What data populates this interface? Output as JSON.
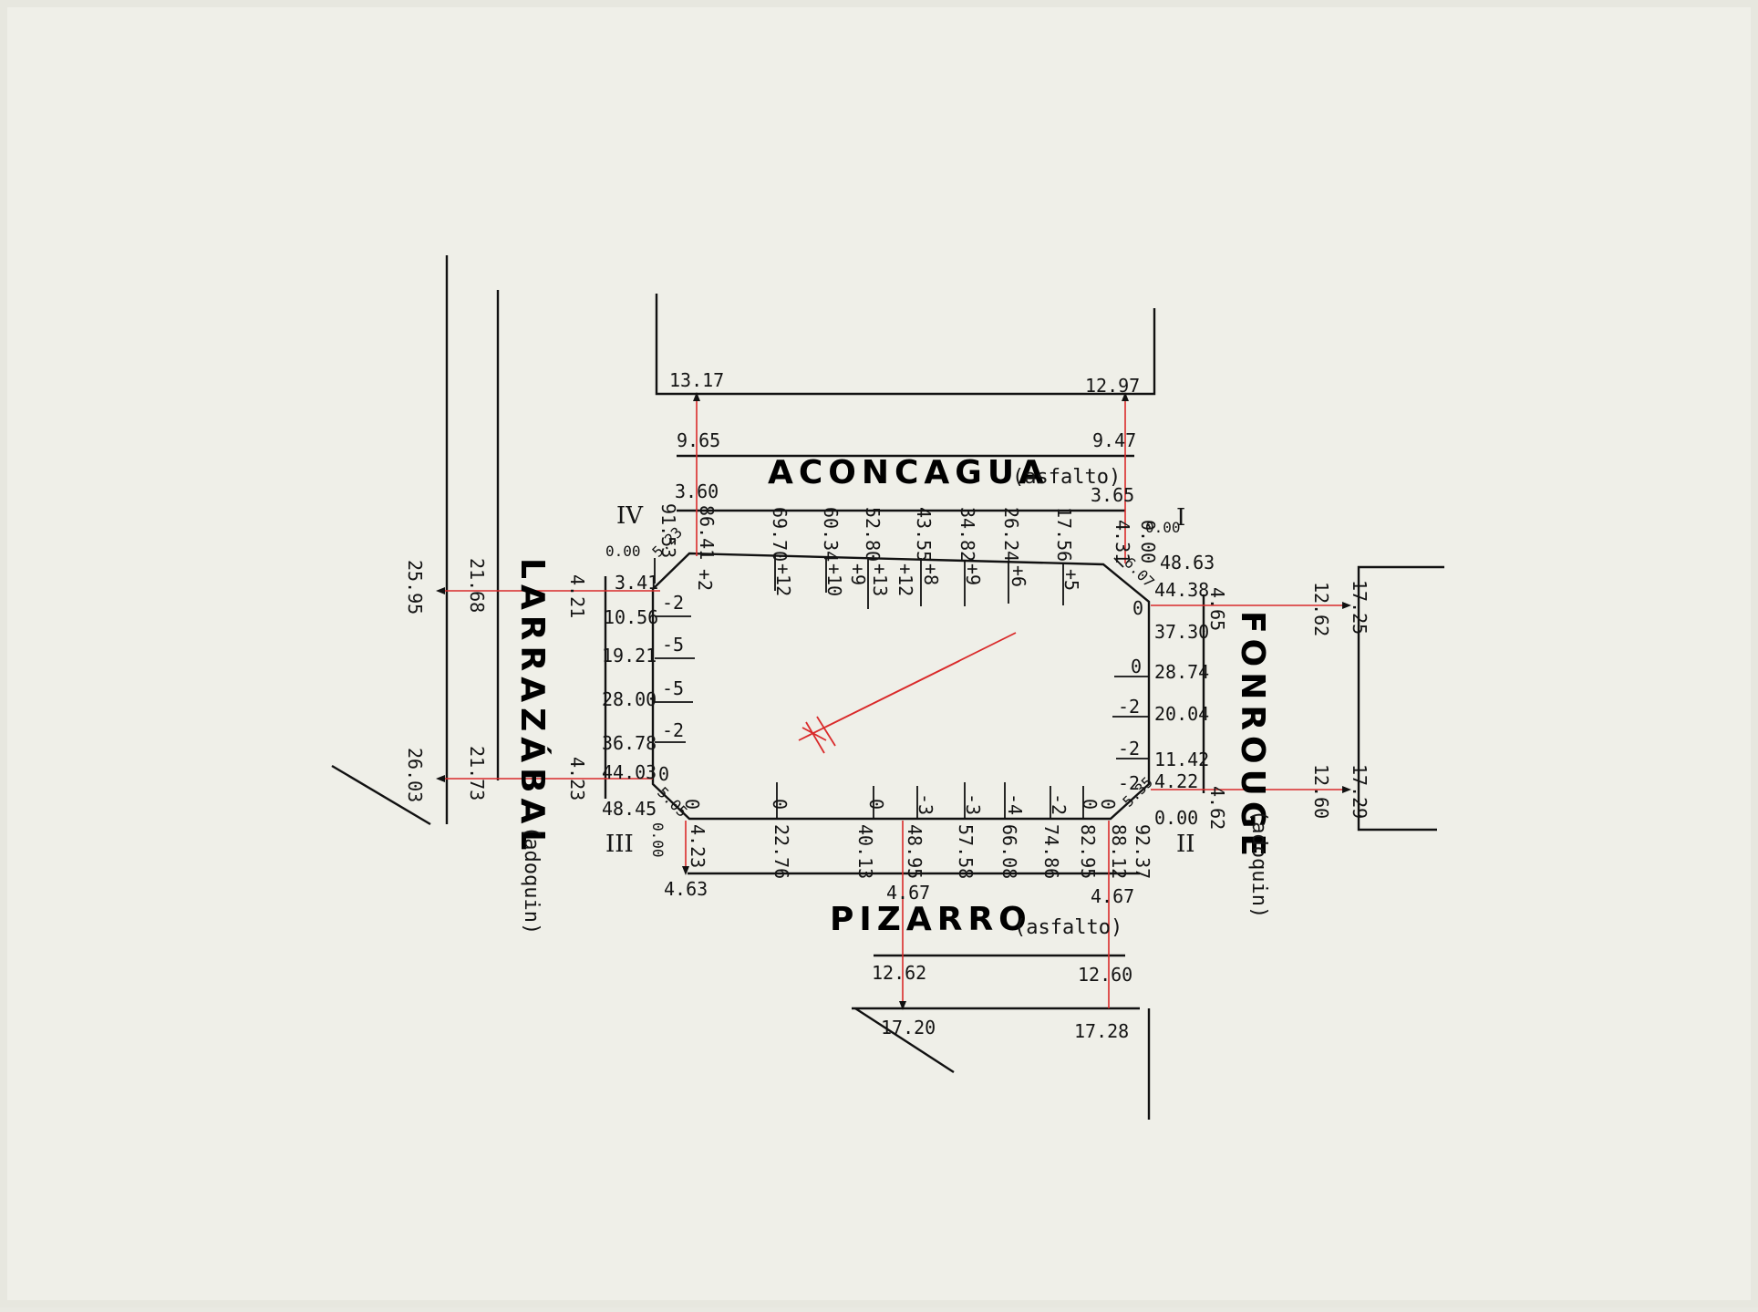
{
  "colors": {
    "paper": "#efefe8",
    "ink": "#111111",
    "red": "#d92a2a"
  },
  "streets": {
    "top": {
      "name": "ACONCAGUA",
      "surface": "(asfalto)"
    },
    "bottom": {
      "name": "PIZARRO",
      "surface": "(asfalto)"
    },
    "left": {
      "name": "LARRAZÁBAL",
      "surface": "(adoquin)"
    },
    "right": {
      "name": "FONROUGE",
      "surface": "(adoquin)"
    }
  },
  "corners": {
    "i": "I",
    "ii": "II",
    "iii": "III",
    "iv": "IV"
  },
  "top_outer": {
    "left": "13.17",
    "right": "12.97"
  },
  "top_mid": {
    "left": "9.65",
    "right": "9.47"
  },
  "top_inner": {
    "left": "3.60",
    "right": "3.65"
  },
  "top_chainage": [
    "91.53",
    "86.41",
    "69.70",
    "60.34",
    "52.80",
    "43.55",
    "34.82",
    "26.24",
    "17.56",
    "4.31",
    "0.00"
  ],
  "top_levels": [
    "+2",
    "+12",
    "+10",
    "+9",
    "+13",
    "+12",
    "+8",
    "+9",
    "+6",
    "+5"
  ],
  "left_outer": {
    "top": "25.95",
    "bottom": "26.03"
  },
  "left_mid": {
    "top": "21.68",
    "bottom": "21.73"
  },
  "left_inner": {
    "top": "4.21",
    "bottom": "4.23"
  },
  "left_chainage": [
    "0.00",
    "3.41",
    "10.56",
    "19.21",
    "28.00",
    "36.78",
    "44.03",
    "48.45"
  ],
  "left_levels": [
    "-2",
    "-5",
    "-5",
    "-2",
    "0"
  ],
  "right_chainage": [
    "0.00",
    "48.63",
    "44.38",
    "37.30",
    "28.74",
    "20.04",
    "11.42",
    "4.22",
    "0.00"
  ],
  "right_levels": [
    "0",
    "0",
    "-2",
    "-2",
    "-2"
  ],
  "right_inner": {
    "top": "4.65",
    "bottom": "4.62"
  },
  "right_mid": {
    "top": "12.62",
    "bottom": "12.60"
  },
  "right_outer": {
    "top": "17.25",
    "bottom": "17.29"
  },
  "bottom_chainage": [
    "0.00",
    "22.76",
    "40.13",
    "48.95",
    "57.58",
    "66.08",
    "74.86",
    "82.95",
    "88.12",
    "92.37"
  ],
  "bottom_levels": [
    "0",
    "0",
    "0",
    "-3",
    "-3",
    "-4",
    "-2",
    "0",
    "0"
  ],
  "bottom_inner": {
    "left": "4.63",
    "right": "4.67",
    "left_edge": "4.23",
    "center": "4.67"
  },
  "bottom_mid": {
    "left": "12.62",
    "right": "12.60"
  },
  "bottom_outer": {
    "left": "17.20",
    "right": "17.28"
  },
  "corner_chords": {
    "tl": "5.23",
    "tr": "6.07",
    "bl": "5.05",
    "br": "5.35"
  },
  "icons": {
    "north": "north-arrow-icon"
  }
}
